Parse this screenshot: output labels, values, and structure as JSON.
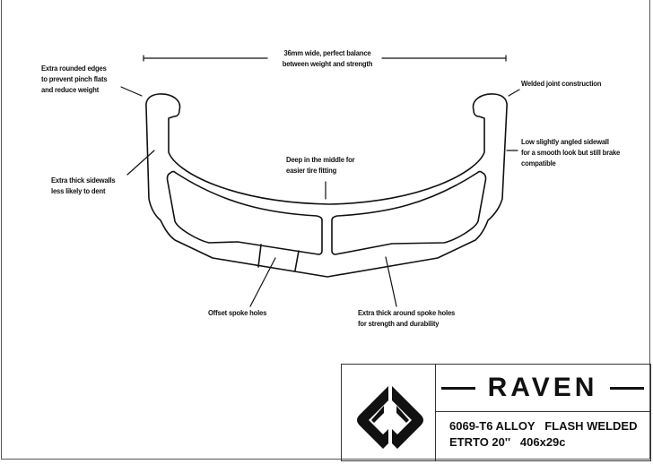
{
  "labels": {
    "width": [
      "36mm wide, perfect balance",
      "between weight and strength"
    ],
    "rounded_edges": [
      "Extra rounded edges",
      "to prevent pinch flats",
      "and reduce weight"
    ],
    "welded": [
      "Welded joint construction"
    ],
    "sidewall": [
      "Low slightly angled sidewall",
      "for a smooth look but still brake",
      "compatible"
    ],
    "thick_sidewalls": [
      "Extra thick sidewalls",
      "less likely to dent"
    ],
    "deep_middle": [
      "Deep in the middle for",
      "easier tire fitting"
    ],
    "offset_holes": [
      "Offset spoke holes"
    ],
    "thick_spoke": [
      "Extra thick around spoke holes",
      "for strength and durability"
    ]
  },
  "title_block": {
    "name": "RAVEN",
    "spec_line1": "6069-T6 ALLOY   FLASH WELDED",
    "spec_line2": "ETRTO 20''   406x29c",
    "logo": "brand chevron logo"
  }
}
